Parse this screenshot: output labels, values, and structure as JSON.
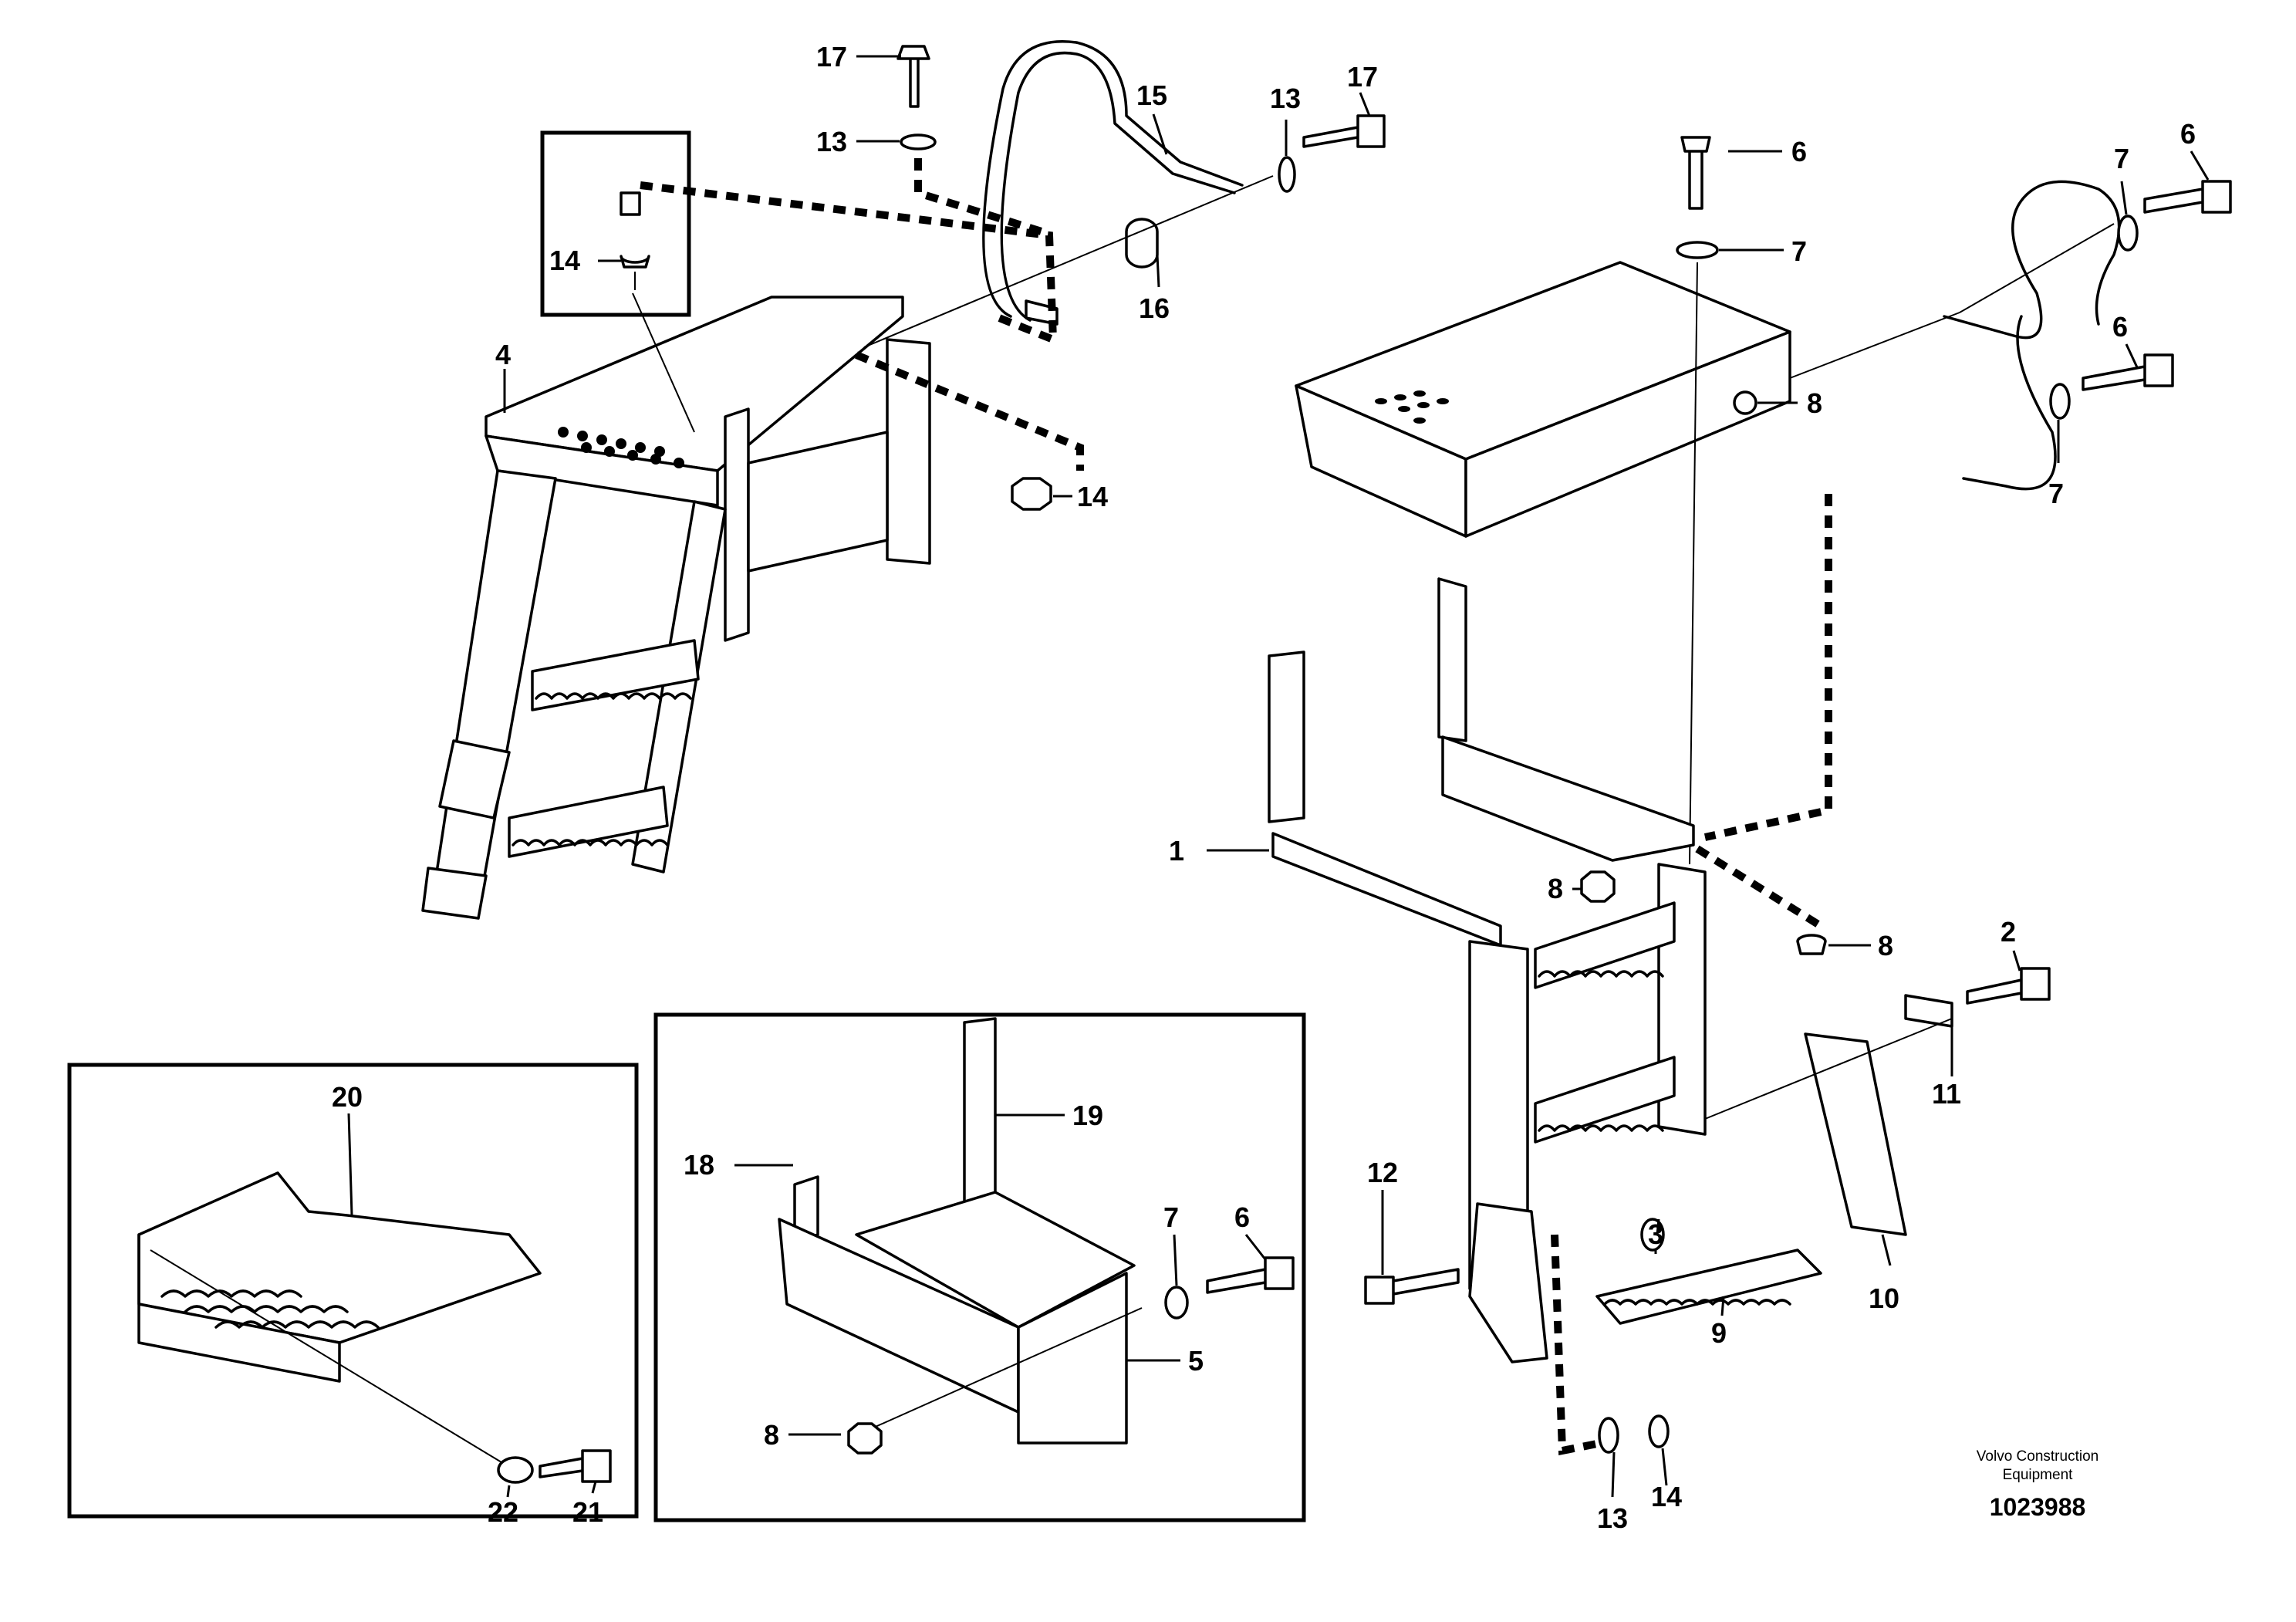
{
  "callouts": [
    "17",
    "13",
    "15",
    "13",
    "17",
    "6",
    "7",
    "7",
    "6",
    "6",
    "7",
    "14",
    "16",
    "4",
    "8",
    "14",
    "1",
    "8",
    "8",
    "2",
    "11",
    "20",
    "19",
    "18",
    "7",
    "6",
    "12",
    "3",
    "10",
    "9",
    "5",
    "8",
    "22",
    "21",
    "13",
    "14"
  ],
  "credit": {
    "line1": "Volvo Construction",
    "line2": "Equipment"
  },
  "document_number": "1023988"
}
